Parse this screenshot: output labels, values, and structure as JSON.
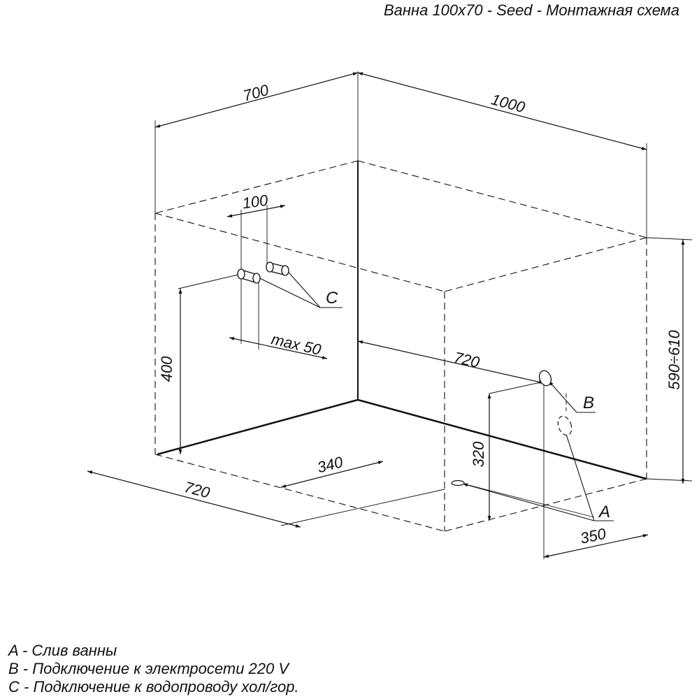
{
  "title": "Ванна 100x70 - Seed - Монтажная схема",
  "dimensions": {
    "depth_top": "700",
    "length_top": "1000",
    "pipe_spacing": "100",
    "pipe_offset": "max 50",
    "pipe_height": "400",
    "power_distance": "720",
    "height_range": "590÷610",
    "power_height": "320",
    "drain_offset": "340",
    "floor_depth": "720",
    "drain_distance": "350"
  },
  "markers": {
    "a": "A",
    "b": "B",
    "c": "C"
  },
  "legend": [
    "A - Слив ванны",
    "B - Подключение к электросети 220 V",
    "C - Подключение к водопроводу хол/гор."
  ]
}
